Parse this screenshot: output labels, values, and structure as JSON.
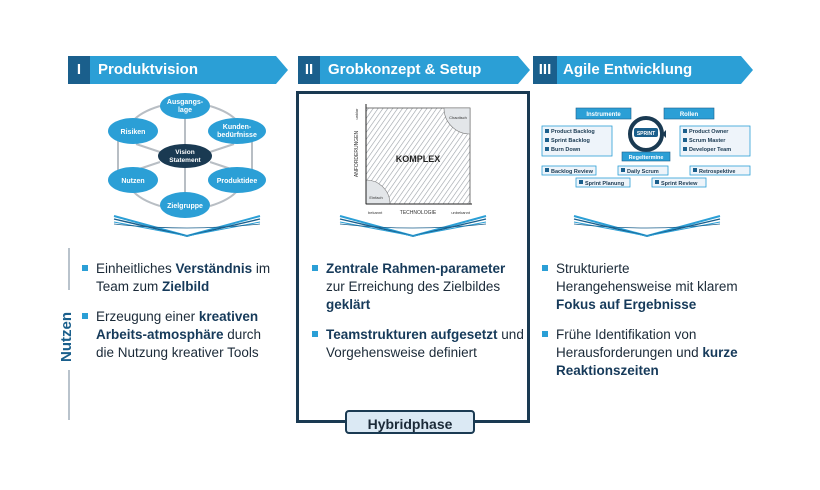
{
  "phases": [
    {
      "num": "I",
      "title": "Produktvision"
    },
    {
      "num": "II",
      "title": "Grobkonzept & Setup"
    },
    {
      "num": "III",
      "title": "Agile Entwicklung"
    }
  ],
  "vision": {
    "center": [
      "Vision",
      "Statement"
    ],
    "nodes": [
      {
        "lines": [
          "Ausgangs-",
          "lage"
        ]
      },
      {
        "lines": [
          "Kunden-",
          "bedürfnisse"
        ]
      },
      {
        "lines": [
          "Produktidee"
        ]
      },
      {
        "lines": [
          "Zielgruppe"
        ]
      },
      {
        "lines": [
          "Nutzen"
        ]
      },
      {
        "lines": [
          "Risiken"
        ]
      }
    ]
  },
  "stacey": {
    "center": "KOMPLEX",
    "xlabel": "TECHNOLOGIE",
    "ylabel": "ANFORDERUNGEN",
    "x_left": "bekannt",
    "x_right": "unbekannt",
    "y_top": "unklar",
    "corner_tr": "Chaotisch",
    "corner_bl": "Einfach"
  },
  "scrum": {
    "instrumente": "Instrumente",
    "rollen": "Rollen",
    "sprint": "SPRINT",
    "regeltermine": "Regeltermine",
    "instr_items": [
      "Product Backlog",
      "Sprint Backlog",
      "Burn Down"
    ],
    "rollen_items": [
      "Product Owner",
      "Scrum Master",
      "Developer Team"
    ],
    "meetings_top": [
      "Backlog Review",
      "Daily Scrum",
      "Retrospektive"
    ],
    "meetings_bottom": [
      "Sprint Planung",
      "Sprint Review"
    ]
  },
  "nutzen_label": "Nutzen",
  "hybrid_label": "Hybridphase",
  "col1": {
    "b1": {
      "p1": "Einheitliches ",
      "s1": "Verständnis",
      "p2": " im Team zum ",
      "s2": "Zielbild"
    },
    "b2": {
      "p1": "Erzeugung einer ",
      "s1": "kreativen Arbeits-atmosphäre",
      "p2": " durch die Nutzung kreativer Tools"
    }
  },
  "col2": {
    "b1": {
      "s1": "Zentrale Rahmen-parameter",
      "p1": " zur Erreichung des Zielbildes ",
      "s2": "geklärt"
    },
    "b2": {
      "s1": "Teamstrukturen aufgesetzt",
      "p1": " und Vorgehensweise definiert"
    }
  },
  "col3": {
    "b1": {
      "p1": "Strukturierte Herangehensweise mit klarem ",
      "s1": "Fokus auf Ergebnisse"
    },
    "b2": {
      "p1": "Frühe Identifikation von Herausforderungen und ",
      "s1": "kurze Reaktionszeiten"
    }
  }
}
